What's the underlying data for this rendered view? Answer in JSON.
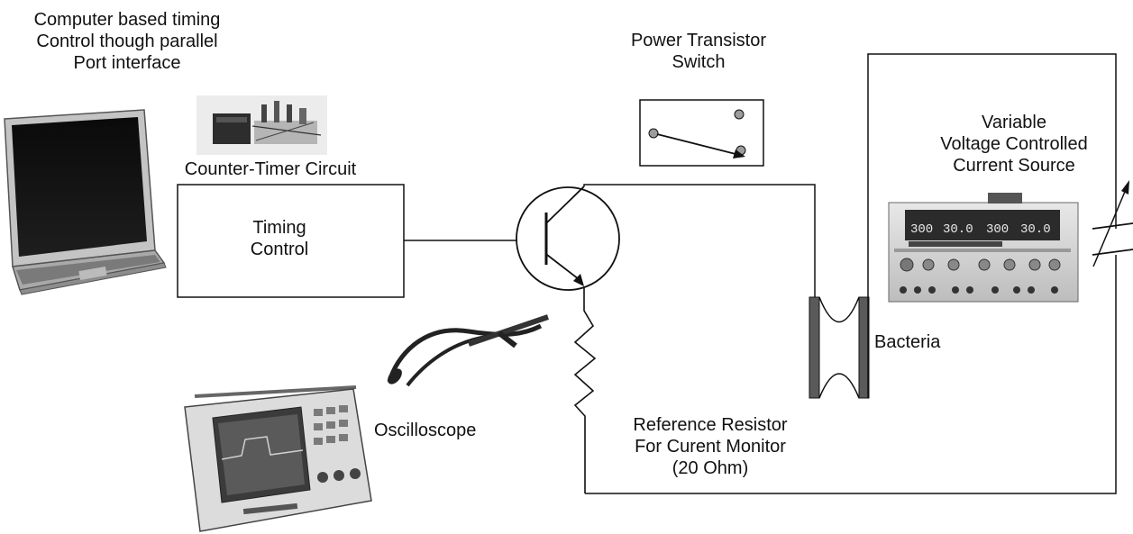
{
  "labels": {
    "computer": [
      "Computer based timing",
      "Control though parallel",
      "Port interface"
    ],
    "counter_timer": "Counter-Timer Circuit",
    "timing_control": [
      "Timing",
      "Control"
    ],
    "power_transistor": [
      "Power Transistor",
      "Switch"
    ],
    "current_source": [
      "Variable",
      "Voltage Controlled",
      "Current Source"
    ],
    "bacteria": "Bacteria",
    "oscilloscope": "Oscilloscope",
    "reference_resistor": [
      "Reference Resistor",
      "For Curent Monitor",
      "(20 Ohm)"
    ]
  },
  "power_supply_display": [
    "300",
    "30.0",
    "300",
    "30.0"
  ],
  "colors": {
    "line": "#111111",
    "gray_dark": "#333333",
    "gray_mid": "#888888",
    "gray_light": "#d9d9d9"
  }
}
